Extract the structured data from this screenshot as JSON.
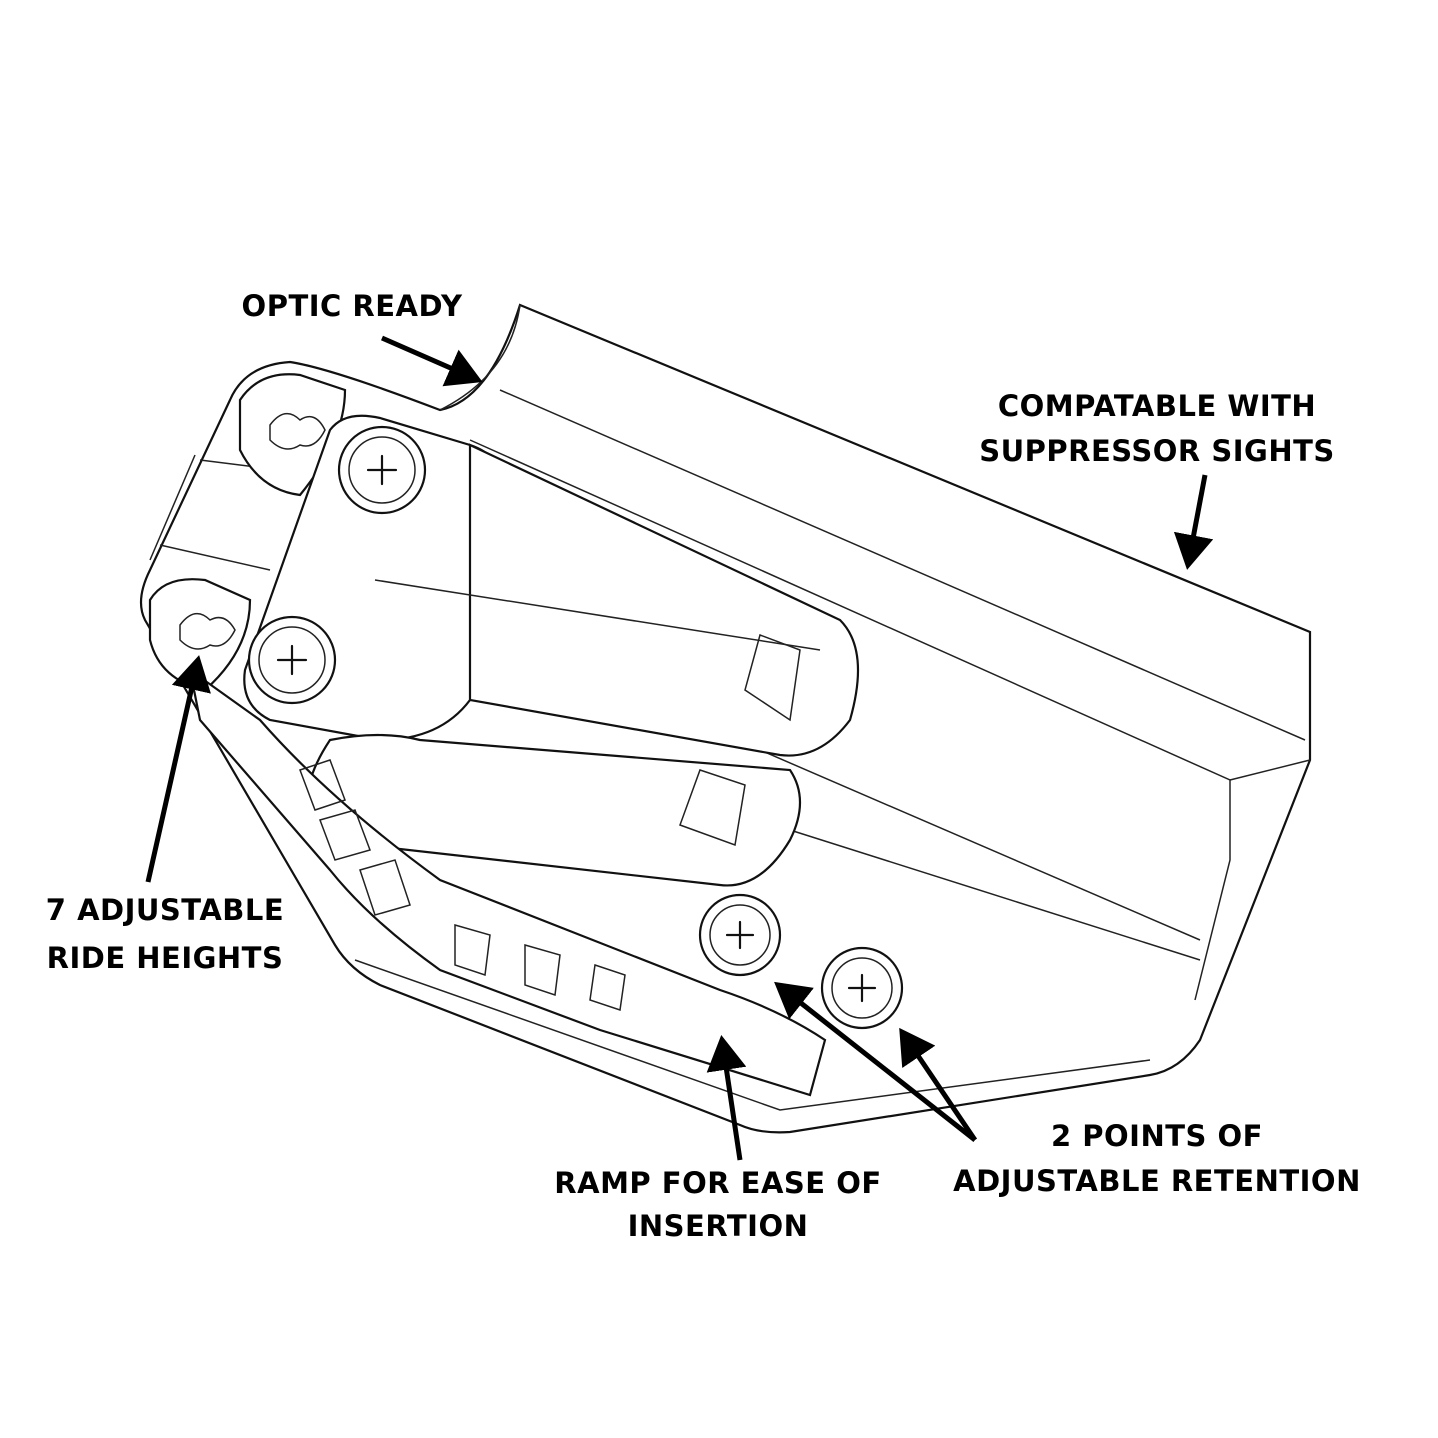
{
  "callouts": {
    "optic": {
      "line1": "OPTIC READY"
    },
    "suppressor": {
      "line1": "COMPATABLE WITH",
      "line2": "SUPPRESSOR SIGHTS"
    },
    "ride": {
      "line1": "7 ADJUSTABLE",
      "line2": "RIDE HEIGHTS"
    },
    "ramp": {
      "line1": "RAMP FOR EASE OF",
      "line2": "INSERTION"
    },
    "retention": {
      "line1": "2 POINTS OF",
      "line2": "ADJUSTABLE RETENTION"
    }
  },
  "colors": {
    "line": "#111111",
    "background": "#ffffff"
  }
}
